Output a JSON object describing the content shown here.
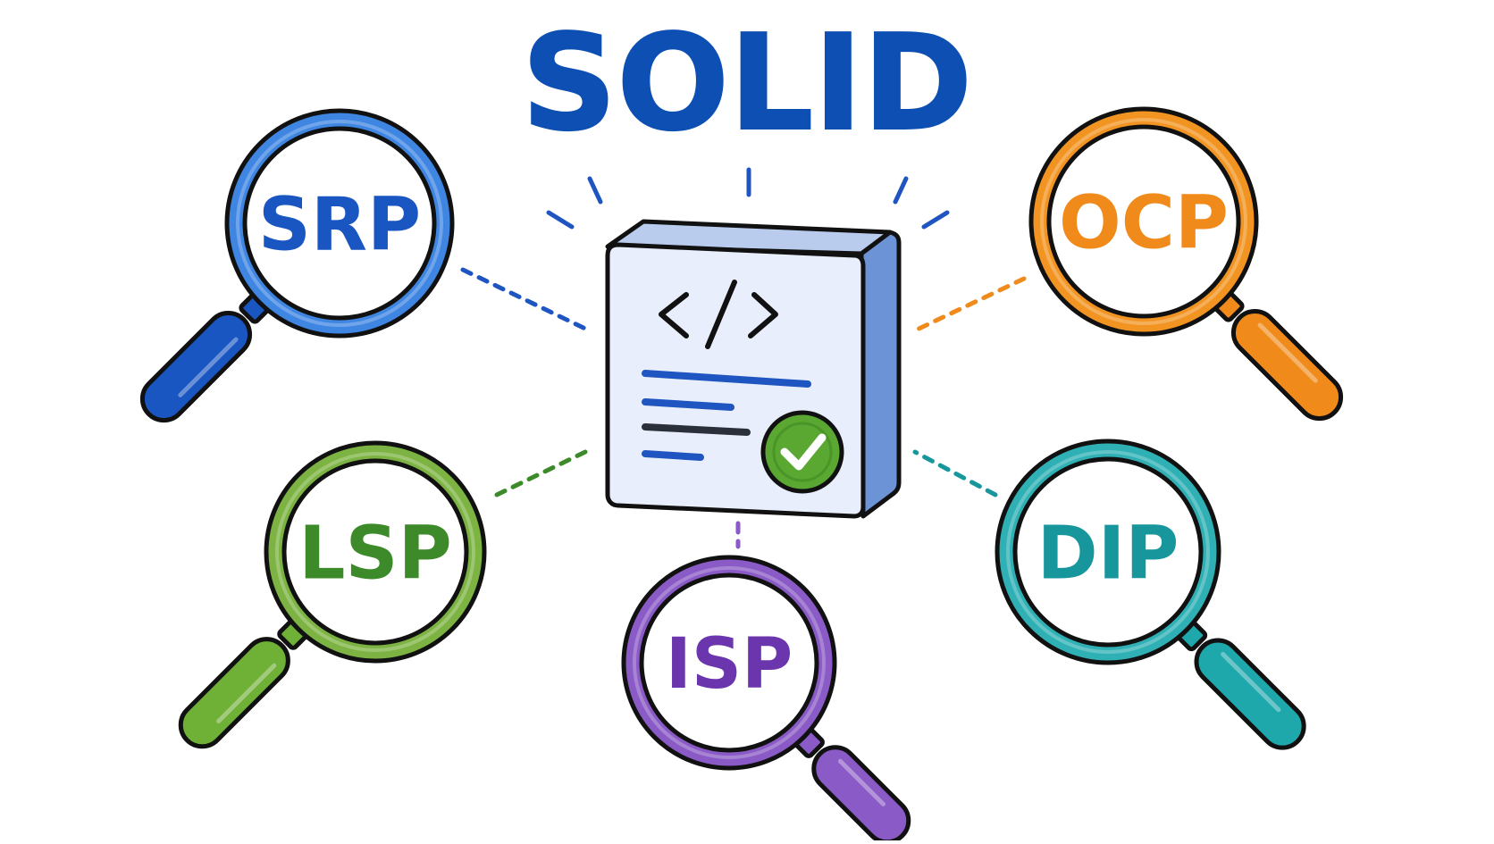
{
  "title": "SOLID",
  "colors": {
    "title": "#0d4fb3",
    "outline": "#111111",
    "card_face": "#e8eefb",
    "card_side": "#6b93d6",
    "card_top": "#b9ccee",
    "code_lines": "#1f55c0",
    "code_line_dark": "#2a2f3a",
    "check": "#5aa832"
  },
  "center": {
    "code_symbol": "</>",
    "icon": "code-document-icon",
    "status_icon": "check-badge-icon"
  },
  "principles": [
    {
      "id": "srp",
      "label": "SRP",
      "color": "#3f86e3",
      "text_color": "#1a56c2",
      "handle": "#1a56c2"
    },
    {
      "id": "ocp",
      "label": "OCP",
      "color": "#f29422",
      "text_color": "#f08a1a",
      "handle": "#f08a1a"
    },
    {
      "id": "lsp",
      "label": "LSP",
      "color": "#7cb342",
      "text_color": "#3d8a2a",
      "handle": "#6fb037"
    },
    {
      "id": "isp",
      "label": "ISP",
      "color": "#8a5ac6",
      "text_color": "#6b35ad",
      "handle": "#8a5ac6"
    },
    {
      "id": "dip",
      "label": "DIP",
      "color": "#2fb0b5",
      "text_color": "#17969c",
      "handle": "#1ea8ac"
    }
  ]
}
